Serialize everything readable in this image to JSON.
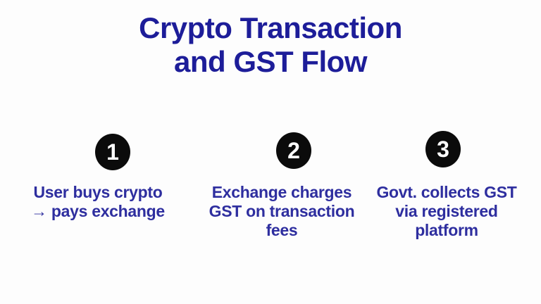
{
  "title": {
    "lines": [
      "Crypto Transaction",
      "and GST Flow"
    ]
  },
  "steps": [
    {
      "number": "1",
      "lines": [
        "User buys crypto",
        "→ pays exchange",
        ""
      ]
    },
    {
      "number": "2",
      "lines": [
        "Exchange charges",
        "GST on transaction",
        "fees"
      ]
    },
    {
      "number": "3",
      "lines": [
        "Govt. collects GST",
        "via registered",
        "platform"
      ]
    }
  ],
  "colors": {
    "title_text": "#1d1d99",
    "body_text": "#2e2e9f",
    "circle_background": "#0b0b0b",
    "circle_number": "#ffffff",
    "page_background": "#fdfdfd"
  }
}
